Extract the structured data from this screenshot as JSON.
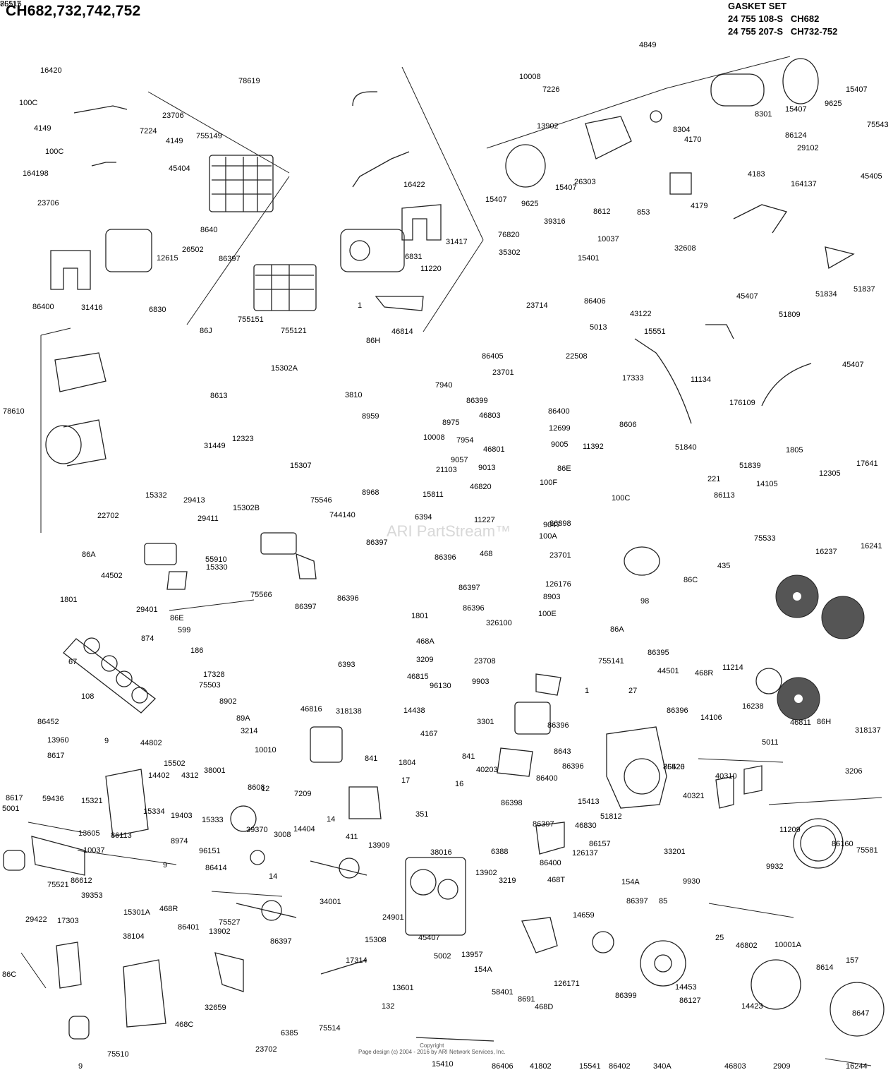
{
  "title": "CH682,732,742,752",
  "gasket_set": {
    "heading": "GASKET SET",
    "lines": [
      "24 755 108-S   CH682",
      "24 755 207-S   CH732-752"
    ]
  },
  "watermark": "ARI PartStream™",
  "copyright": {
    "line1": "Copyright",
    "line2": "Page design (c) 2004 - 2016 by ARI Network Services, Inc."
  },
  "part_labels": [
    "16420",
    "100C",
    "4149",
    "7224",
    "23706",
    "78619",
    "100C",
    "164198",
    "4149",
    "755149",
    "45404",
    "23706",
    "8640",
    "26502",
    "86400",
    "31416",
    "6830",
    "12615",
    "86397",
    "86J",
    "755151",
    "16422",
    "6831",
    "31417",
    "76820",
    "11220",
    "46814",
    "86H",
    "1",
    "10008",
    "7226",
    "4849",
    "8301",
    "15407",
    "9625",
    "15407",
    "13902",
    "8304",
    "86124",
    "75543",
    "29102",
    "4170",
    "26303",
    "15407",
    "9625",
    "15407",
    "853",
    "4183",
    "4179",
    "164137",
    "45405",
    "8612",
    "39316",
    "10037",
    "35302",
    "15401",
    "32608",
    "86406",
    "23714",
    "43122",
    "5013",
    "15551",
    "45407",
    "51834",
    "51837",
    "51809",
    "45407",
    "17333",
    "11134",
    "176109",
    "755121",
    "15302A",
    "3810",
    "8613",
    "31449",
    "12323",
    "15307",
    "7940",
    "8959",
    "8975",
    "10008",
    "7954",
    "9057",
    "21103",
    "8968",
    "15811",
    "86405",
    "23701",
    "22508",
    "86399",
    "46803",
    "86400",
    "12699",
    "9005",
    "11392",
    "8606",
    "46801",
    "9013",
    "86E",
    "100F",
    "46820",
    "11227",
    "9047",
    "100A",
    "86398",
    "468",
    "23701",
    "126176",
    "86397",
    "8903",
    "100E",
    "51840",
    "1805",
    "17641",
    "51839",
    "221",
    "14105",
    "12305",
    "86113",
    "75533",
    "435",
    "100C",
    "86C",
    "98",
    "78610",
    "15332",
    "29413",
    "22702",
    "29411",
    "15302B",
    "75546",
    "744140",
    "86A",
    "55910",
    "44502",
    "15330",
    "29401",
    "86397",
    "6394",
    "86396",
    "1801",
    "86E",
    "75566",
    "599",
    "186",
    "86397",
    "86396",
    "6393",
    "874",
    "67",
    "108",
    "86452",
    "17328",
    "75503",
    "8902",
    "89A",
    "3214",
    "10010",
    "46816",
    "318138",
    "1801",
    "86396",
    "326100",
    "468A",
    "3209",
    "23708",
    "46815",
    "96130",
    "9903",
    "14438",
    "4167",
    "3301",
    "16237",
    "16241",
    "86A",
    "755141",
    "86395",
    "468R",
    "11214",
    "44501",
    "1",
    "27",
    "86396",
    "14106",
    "16238",
    "46811",
    "86H",
    "318137",
    "86396",
    "75520",
    "5011",
    "841",
    "841",
    "86400",
    "1804",
    "17",
    "40203",
    "16",
    "86398",
    "8643",
    "86396",
    "86426",
    "15413",
    "40310",
    "40321",
    "51812",
    "46830",
    "86157",
    "126137",
    "33201",
    "11209",
    "86160",
    "75581",
    "3206",
    "13960",
    "8617",
    "9",
    "44802",
    "15502",
    "14402",
    "4312",
    "38001",
    "8608",
    "7209",
    "15321",
    "59436",
    "8617",
    "5001",
    "13605",
    "15334",
    "19403",
    "86113",
    "8974",
    "15333",
    "3008",
    "14404",
    "12",
    "39370",
    "10037",
    "96151",
    "86414",
    "9",
    "86612",
    "75521",
    "39353",
    "15301A",
    "468R",
    "86401",
    "38104",
    "14",
    "75527",
    "14",
    "411",
    "351",
    "13909",
    "38016",
    "86397",
    "6388",
    "86400",
    "13902",
    "3219",
    "468T",
    "154A",
    "9930",
    "9932",
    "14659",
    "86397",
    "85",
    "25",
    "46802",
    "10001A",
    "34001",
    "24901",
    "15308",
    "45407",
    "13902",
    "86397",
    "17314",
    "32659",
    "75514",
    "6385",
    "23702",
    "29422",
    "17303",
    "86C",
    "468C",
    "75510",
    "9",
    "13601",
    "5002",
    "13957",
    "154A",
    "132",
    "58401",
    "8691",
    "468D",
    "15410",
    "86406",
    "41802",
    "126171",
    "86399",
    "15541",
    "86402",
    "14453",
    "86127",
    "340A",
    "46803",
    "14423",
    "2909",
    "8614",
    "157",
    "8647",
    "16244",
    "86117",
    "75515"
  ]
}
